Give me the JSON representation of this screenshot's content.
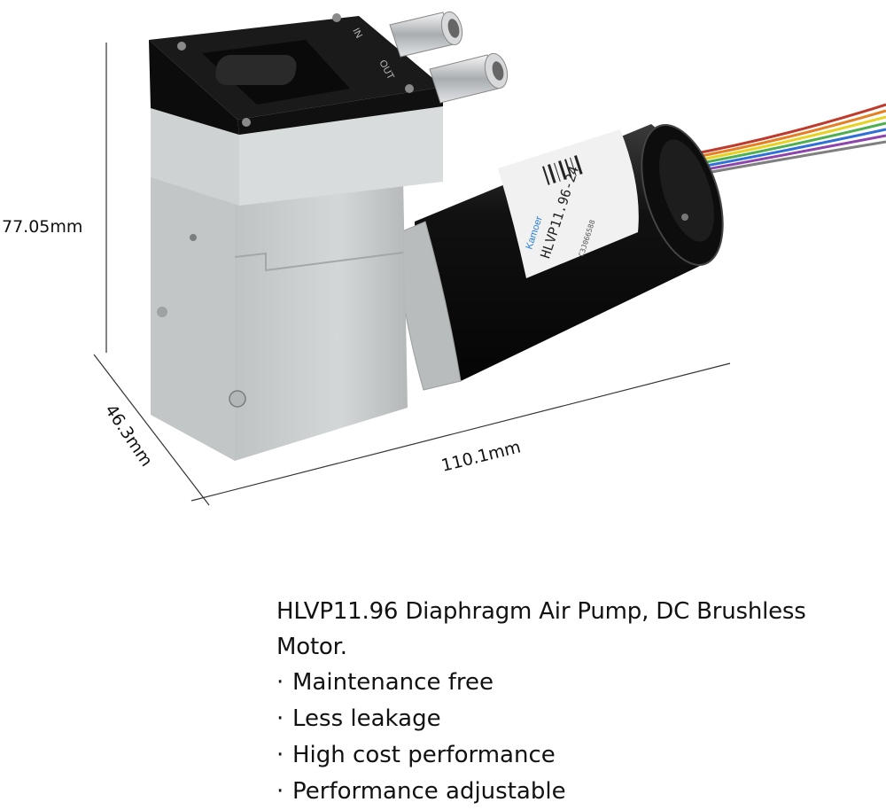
{
  "dimensions": {
    "height": "77.05mm",
    "depth": "46.3mm",
    "length": "110.1mm"
  },
  "product_label": {
    "brand": "Kamoer",
    "model": "HLVP11.96-24",
    "serial": "C3J066588"
  },
  "head_markings": {
    "inlet": "IN",
    "outlet": "OUT"
  },
  "caption": {
    "title": "HLVP11.96 Diaphragm Air Pump, DC Brushless Motor.",
    "bullet_symbol": "·",
    "features": [
      "Maintenance free",
      "Less leakage",
      "High cost performance",
      "Performance adjustable"
    ]
  },
  "colors": {
    "pump_head": "#161616",
    "pump_body": "#c9cccc",
    "motor": "#121212",
    "label": "#f1f1f1",
    "brand_blue": "#2a7fd0"
  },
  "wire_colors": [
    "#c0392b",
    "#e67e22",
    "#e6d21f",
    "#4caf50",
    "#2e6fd8",
    "#8e44ad",
    "#7f7f7f"
  ]
}
